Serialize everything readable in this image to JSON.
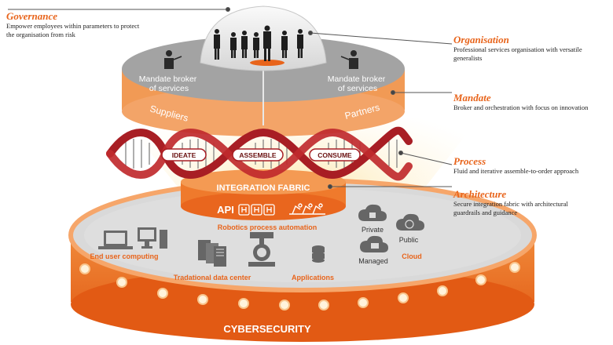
{
  "callouts": {
    "governance": {
      "title": "Governance",
      "desc": "Empower employees within parameters to protect the organisation from risk"
    },
    "organisation": {
      "title": "Organisation",
      "desc": "Professional services organisation with versatile generalists"
    },
    "mandate": {
      "title": "Mandate",
      "desc": "Broker and orchestration with focus on innovation"
    },
    "process": {
      "title": "Process",
      "desc": "Fluid and iterative assemble-to-order approach"
    },
    "architecture": {
      "title": "Architecture",
      "desc": "Secure integration fabric with architectural guardrails and guidance"
    }
  },
  "top_tier": {
    "left_label": "Mandate broker of services",
    "right_label": "Mandate broker of services",
    "suppliers": "Suppliers",
    "partners": "Partners"
  },
  "dna": {
    "stages": [
      "IDEATE",
      "ASSEMBLE",
      "CONSUME"
    ]
  },
  "integration": {
    "label": "INTEGRATION FABRIC",
    "api": "API"
  },
  "base": {
    "rpa": "Robotics process automation",
    "end_user": "End user computing",
    "data_center": "Tradational data center",
    "applications": "Applications",
    "cloud": {
      "private": "Private",
      "public": "Public",
      "managed": "Managed",
      "label": "Cloud"
    },
    "cybersecurity": "CYBERSECURITY"
  },
  "colors": {
    "accent": "#e8641b",
    "dna_red": "#a81e24",
    "grey_tier": "#9a9a9a",
    "dark_icon": "#555555"
  }
}
